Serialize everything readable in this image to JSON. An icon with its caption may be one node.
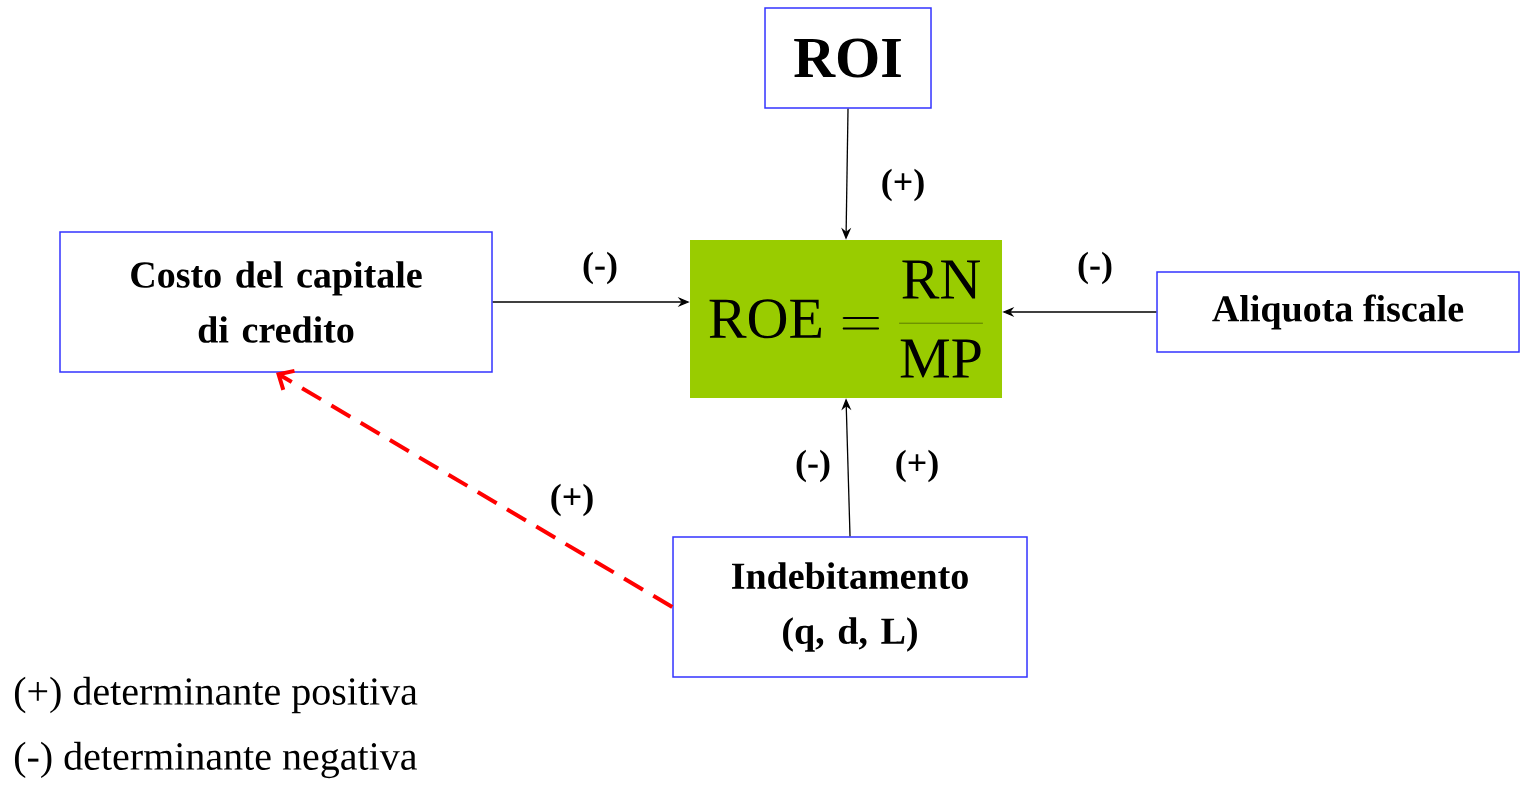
{
  "diagram": {
    "nodes": [
      {
        "text": [
          "ROI"
        ]
      },
      {
        "text": [
          "Costo del capitale di credito"
        ]
      },
      {
        "text": [
          "\\mathrm{ROE} = \\frac{\\mathrm{RN}}{\\mathrm{MP}}"
        ]
      },
      {
        "text": [
          "Aliquota fiscale"
        ]
      },
      {
        "text": [
          "Indebitamento (q, d, L)"
        ]
      }
    ],
    "edges": [
      {
        "from": 0,
        "to": 2,
        "arrow": "to",
        "label": "(+)"
      },
      {
        "from": 1,
        "to": 2,
        "arrow": "to",
        "label": "(-)"
      },
      {
        "from": 3,
        "to": 2,
        "arrow": "to",
        "label": "(-)"
      },
      {
        "from": 4,
        "to": 2,
        "arrow": "to",
        "label": "(-)"
      },
      {
        "from": 4,
        "to": 1,
        "arrow": "to",
        "label": "(+)",
        "style": "dashed",
        "color": "#ff0000"
      }
    ],
    "labels": [
      "(+)",
      "(+) determinante positiva",
      "(-) determinante negativa"
    ]
  }
}
